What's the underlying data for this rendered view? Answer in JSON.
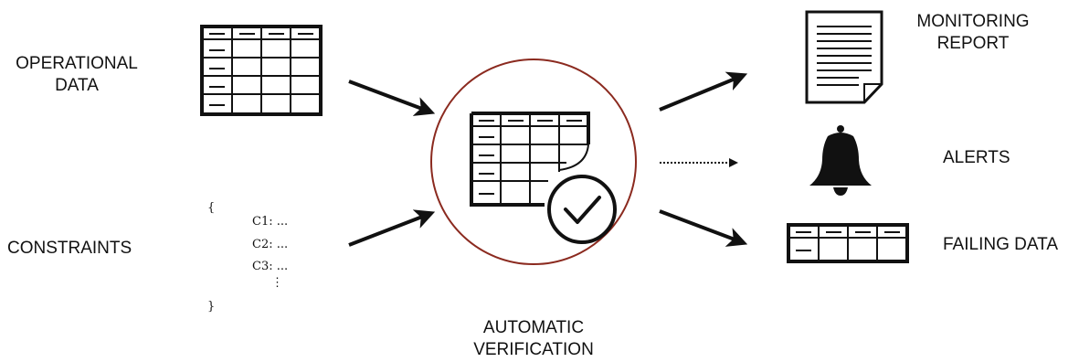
{
  "inputs": {
    "operational_data": {
      "line1": "OPERATIONAL",
      "line2": "DATA"
    },
    "constraints": {
      "label": "CONSTRAINTS"
    }
  },
  "constraints_block": {
    "open_brace": "{",
    "c1": "C1: ...",
    "c2": "C2: ...",
    "c3": "C3: ...",
    "ellipsis": "⋮",
    "close_brace": "}"
  },
  "center": {
    "line1": "AUTOMATIC",
    "line2": "VERIFICATION"
  },
  "outputs": {
    "report": {
      "line1": "MONITORING",
      "line2": "REPORT"
    },
    "alerts": {
      "label": "ALERTS"
    },
    "failing": {
      "label": "FAILING DATA"
    }
  },
  "colors": {
    "circle": "#8b2a1f",
    "ink": "#111111"
  }
}
